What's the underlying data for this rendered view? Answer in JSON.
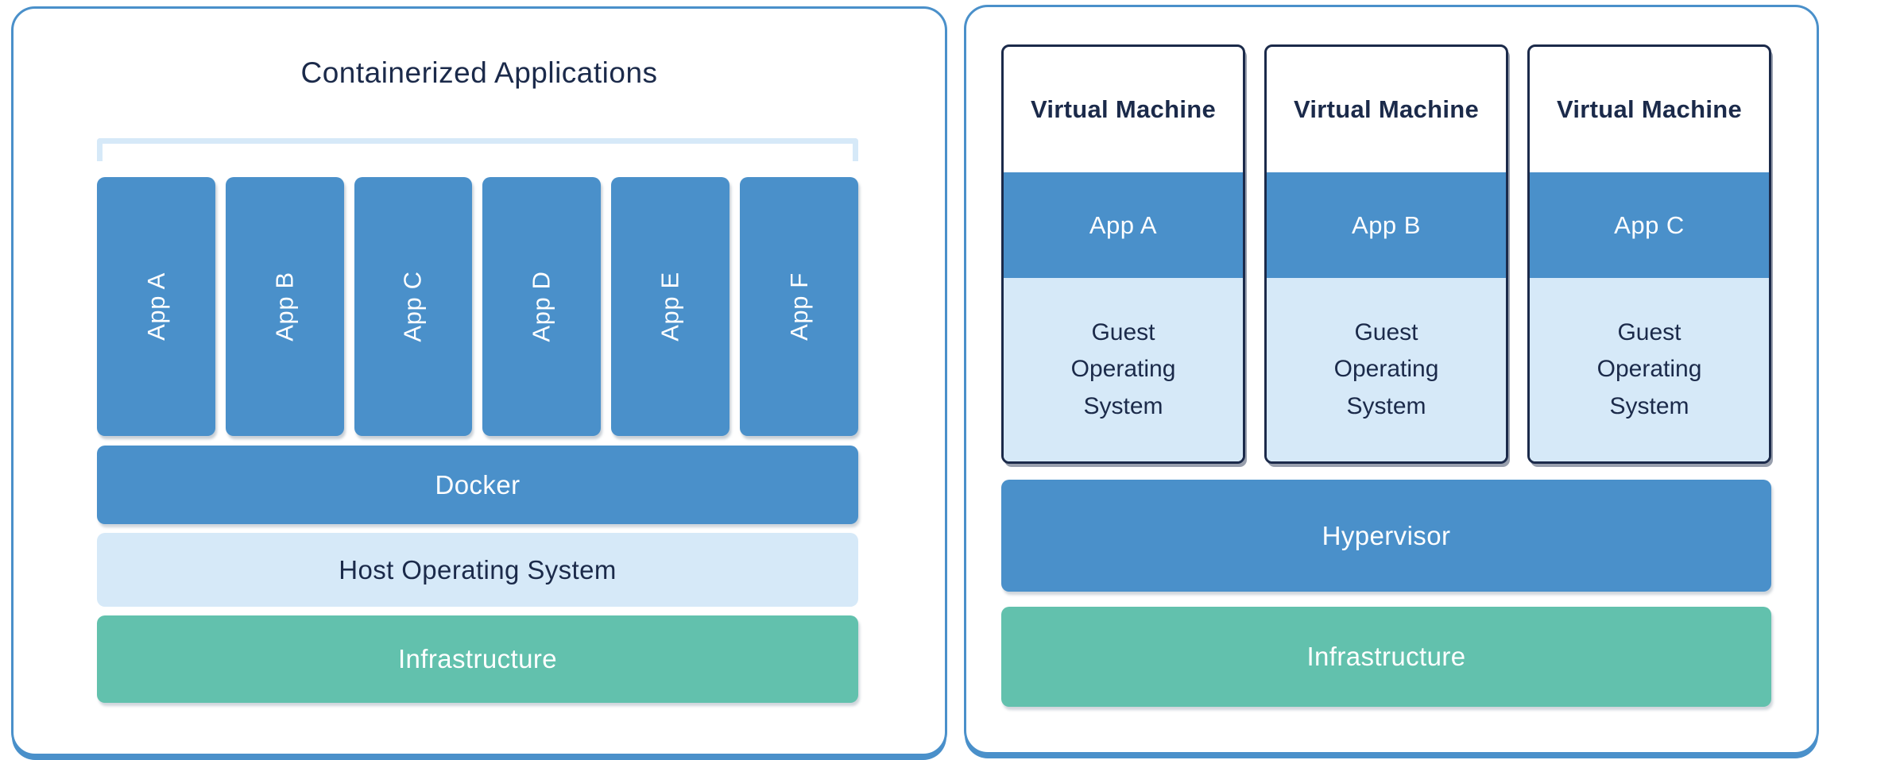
{
  "colors": {
    "primary_blue": "#4a90ca",
    "light_blue": "#d6e9f8",
    "green": "#62c1ad",
    "navy_text": "#1b2a4a",
    "white_text": "#ffffff"
  },
  "left_panel": {
    "title": "Containerized Applications",
    "apps": [
      "App A",
      "App B",
      "App C",
      "App D",
      "App E",
      "App F"
    ],
    "layers": [
      {
        "label": "Docker"
      },
      {
        "label": "Host Operating System"
      },
      {
        "label": "Infrastructure"
      }
    ]
  },
  "right_panel": {
    "vms": [
      {
        "title": "Virtual Machine",
        "app": "App A",
        "os": "Guest Operating System"
      },
      {
        "title": "Virtual Machine",
        "app": "App B",
        "os": "Guest Operating System"
      },
      {
        "title": "Virtual Machine",
        "app": "App C",
        "os": "Guest Operating System"
      }
    ],
    "layers": [
      {
        "label": "Hypervisor"
      },
      {
        "label": "Infrastructure"
      }
    ]
  }
}
